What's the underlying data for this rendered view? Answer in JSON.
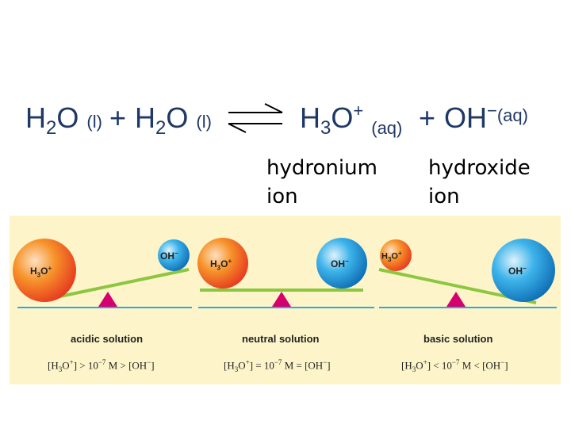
{
  "equation": {
    "lhs1": {
      "base": "H",
      "sub": "2",
      "tail": "O",
      "phase": "(l)"
    },
    "plus1": "+",
    "lhs2": {
      "base": "H",
      "sub": "2",
      "tail": "O",
      "phase": "(l)"
    },
    "rhs1": {
      "base": "H",
      "sub": "3",
      "tail": "O",
      "charge": "+",
      "phase": "(aq)"
    },
    "plus2": "+",
    "rhs2": {
      "base": "OH",
      "charge": "−",
      "phase": "(aq)"
    }
  },
  "labels": {
    "hydronium": [
      "hydronium",
      "ion"
    ],
    "hydroxide": [
      "hydroxide",
      "ion"
    ]
  },
  "panels": [
    {
      "ion_left": "H3O+",
      "ion_right": "OH−",
      "caption": "acidic solution",
      "formula": {
        "a": "[H",
        "a_sub": "3",
        "b": "O",
        "b_sup": "+",
        "c": "] > 10",
        "c_sup": "−7",
        "d": " M > [OH",
        "d_sup": "−",
        "e": "]"
      }
    },
    {
      "ion_left": "H3O+",
      "ion_right": "OH−",
      "caption": "neutral solution",
      "formula": {
        "a": "[H",
        "a_sub": "3",
        "b": "O",
        "b_sup": "+",
        "c": "] = 10",
        "c_sup": "−7",
        "d": " M = [OH",
        "d_sup": "−",
        "e": "]"
      }
    },
    {
      "ion_left": "H3O+",
      "ion_right": "OH−",
      "caption": "basic solution",
      "formula": {
        "a": "[H",
        "a_sub": "3",
        "b": "O",
        "b_sup": "+",
        "c": "] < 10",
        "c_sup": "−7",
        "d": " M < [OH",
        "d_sup": "−",
        "e": "]"
      }
    }
  ],
  "colors": {
    "text": "#1f3864",
    "panel_bg": "#fdf5c9",
    "beam": "#8dc63f",
    "baseline": "#29abe2",
    "fulcrum": "#d4006e"
  }
}
